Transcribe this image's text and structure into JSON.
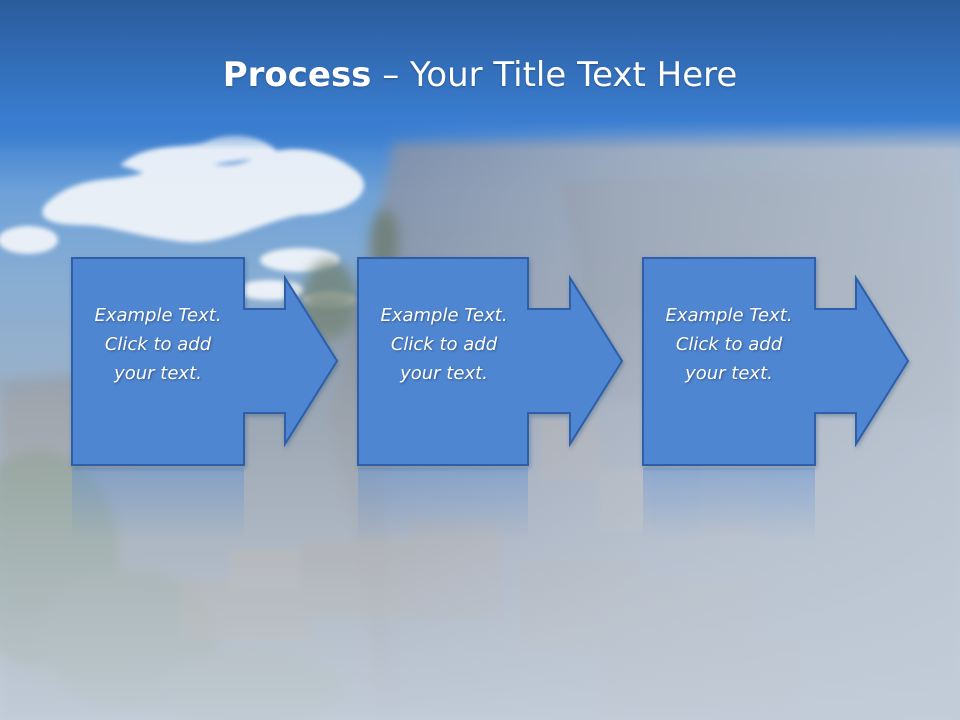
{
  "slide": {
    "title_bold": "Process",
    "title_rest": " – Your Title Text Here"
  },
  "process": {
    "steps": [
      {
        "text": "Example Text. Click  to add your text."
      },
      {
        "text": "Example Text. Click  to add your text."
      },
      {
        "text": "Example Text. Click  to add your text."
      }
    ]
  },
  "colors": {
    "header_blue": "#2f6fc0",
    "box_fill": "#4f86d2",
    "box_border": "#2d5ea8",
    "text": "#ffffff"
  },
  "icons": {
    "step_1_arrow": "right-arrow-icon",
    "step_2_arrow": "right-arrow-icon",
    "step_3_arrow": "right-arrow-icon"
  }
}
